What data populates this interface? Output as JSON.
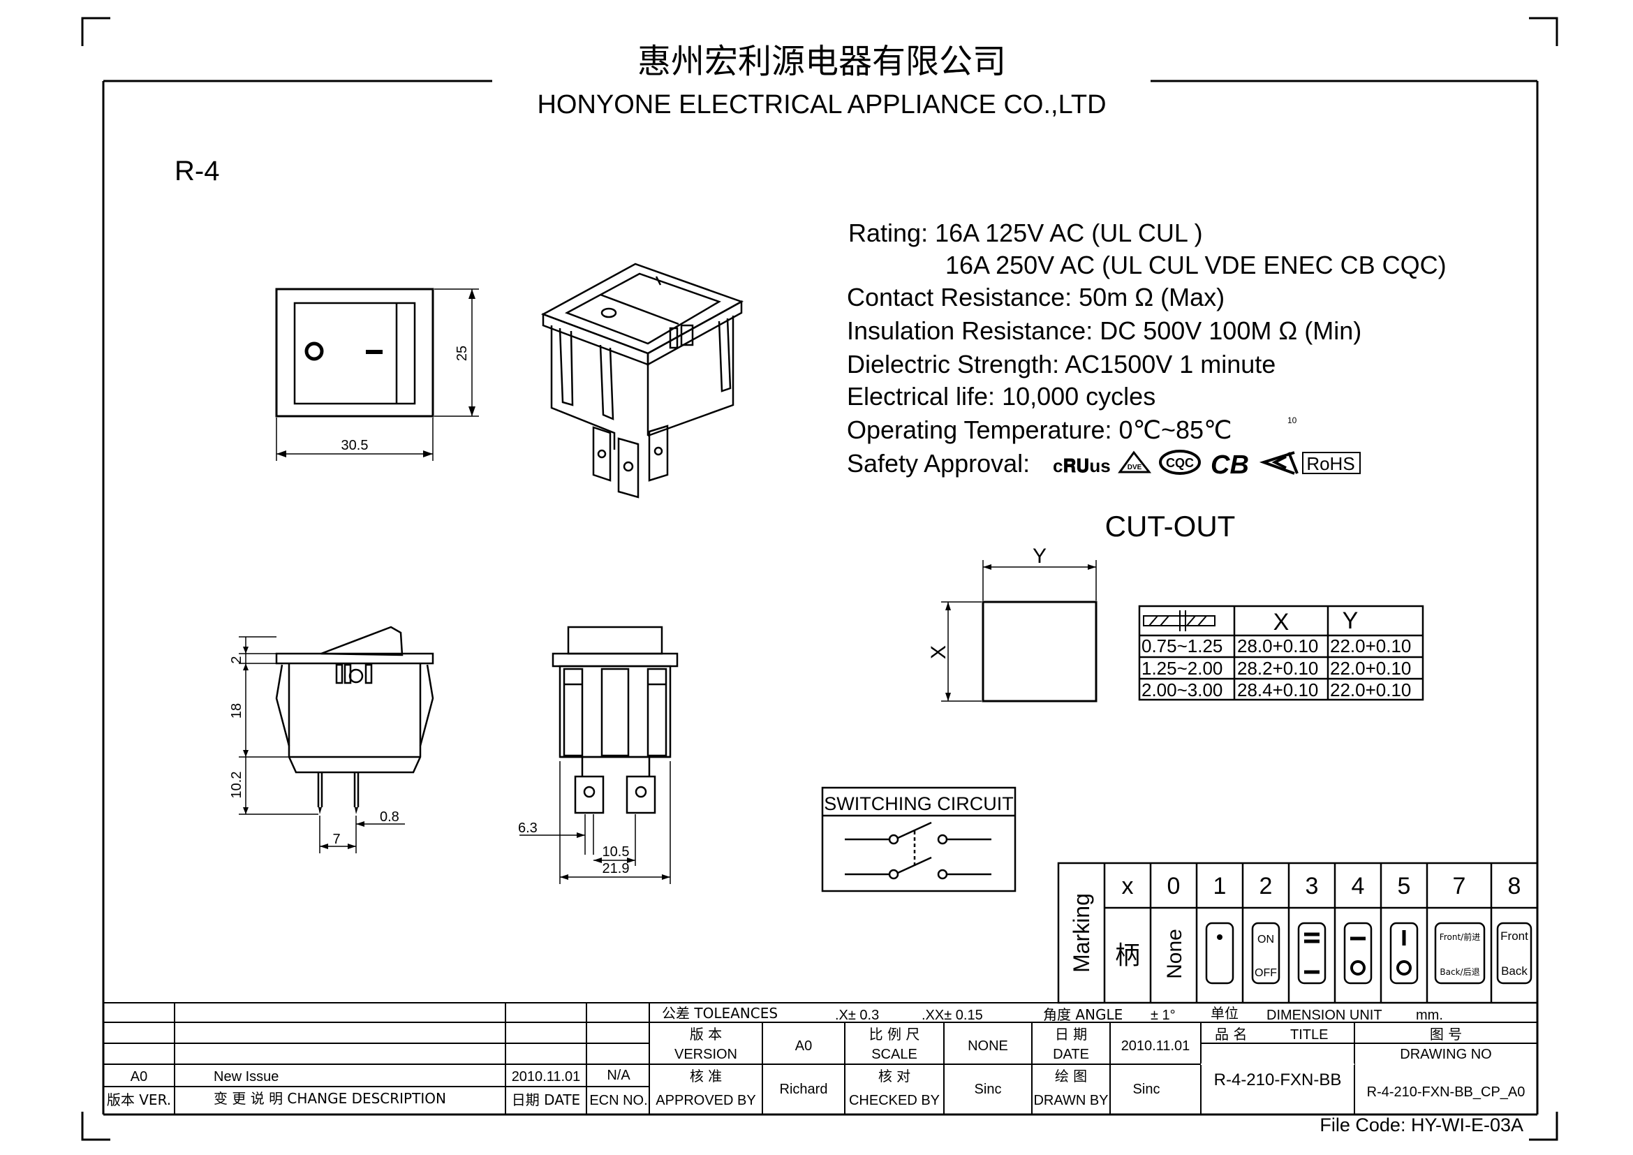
{
  "header": {
    "company_cn": "惠州宏利源电器有限公司",
    "company_en": "HONYONE  ELECTRICAL  APPLIANCE  CO.,LTD",
    "model": "R-4"
  },
  "specs": [
    "Rating: 16A 125V AC (UL  CUL  )",
    "16A 250V AC (UL  CUL  VDE ENEC CB CQC)",
    "Contact Resistance: 50m Ω (Max)",
    "Insulation Resistance: DC 500V 100M Ω  (Min)",
    "Dielectric Strength: AC1500V 1 minute",
    "Electrical life: 10,000 cycles",
    "Operating Temperature: 0℃~85℃",
    "Safety Approval:"
  ],
  "temp_sup": "10",
  "approvals": {
    "ul": "c𝐑𝐔us",
    "vde": "DVE",
    "cqc": "CQC",
    "cb": "CB",
    "rohs": "RoHS"
  },
  "dims": {
    "front_width": "30.5",
    "front_height": "25",
    "side_top": "2",
    "side_body": "18",
    "side_term": "10.2",
    "side_pitch": "7",
    "side_thick": "0.8",
    "rear_tab": "6.3",
    "rear_pitch": "10.5",
    "rear_width": "21.9"
  },
  "cutout": {
    "title": "CUT-OUT",
    "label_x": "X",
    "label_y": "Y",
    "headers": [
      "X",
      "Y"
    ],
    "rows": [
      [
        "0.75~1.25",
        "28.0+0.10",
        "22.0+0.10"
      ],
      [
        "1.25~2.00",
        "28.2+0.10",
        "22.0+0.10"
      ],
      [
        "2.00~3.00",
        "28.4+0.10",
        "22.0+0.10"
      ]
    ]
  },
  "switching_circuit": "SWITCHING CIRCUIT",
  "marking": {
    "label": "Marking",
    "codes": [
      "x",
      "0",
      "1",
      "2",
      "3",
      "4",
      "5",
      "7",
      "8"
    ],
    "x_symbol": "柄",
    "none": "None",
    "on": "ON",
    "off": "OFF",
    "front_cn": "Front/前进",
    "back_cn": "Back/后退",
    "front": "Front",
    "back": "Back"
  },
  "title_block": {
    "tolerances_label": "公差 TOLEANCES",
    "tol_x": ".X± 0.3",
    "tol_xx": ".XX± 0.15",
    "angle_label": "角度 ANGLE",
    "angle_val": "± 1°",
    "unit_label": "单位",
    "unit_text": "DIMENSION UNIT",
    "unit_val": "mm.",
    "version_cn": "版 本",
    "version_en": "VERSION",
    "version_val": "A0",
    "scale_cn": "比 例 尺",
    "scale_en": "SCALE",
    "scale_val": "NONE",
    "date_cn": "日 期",
    "date_en": "DATE",
    "date_val": "2010.11.01",
    "name_cn": "品 名",
    "title_en": "TITLE",
    "title_val": "R-4-210-FXN-BB",
    "drawing_cn": "图 号",
    "drawing_en": "DRAWING NO",
    "drawing_val": "R-4-210-FXN-BB_CP_A0",
    "approved_cn": "核 准",
    "approved_en": "APPROVED BY",
    "approved_val": "Richard",
    "checked_cn": "核 对",
    "checked_en": "CHECKED BY",
    "checked_val": "Sinc",
    "drawn_cn": "绘 图",
    "drawn_en": "DRAWN BY",
    "drawn_val": "Sinc",
    "rev_ver": "A0",
    "rev_desc": "New Issue",
    "rev_date": "2010.11.01",
    "rev_ecn": "N/A",
    "hdr_ver": "版本 VER.",
    "hdr_desc": "变 更 说 明  CHANGE DESCRIPTION",
    "hdr_date": "日期 DATE",
    "hdr_ecn": "ECN NO."
  },
  "file_code": "File Code: HY-WI-E-03A"
}
